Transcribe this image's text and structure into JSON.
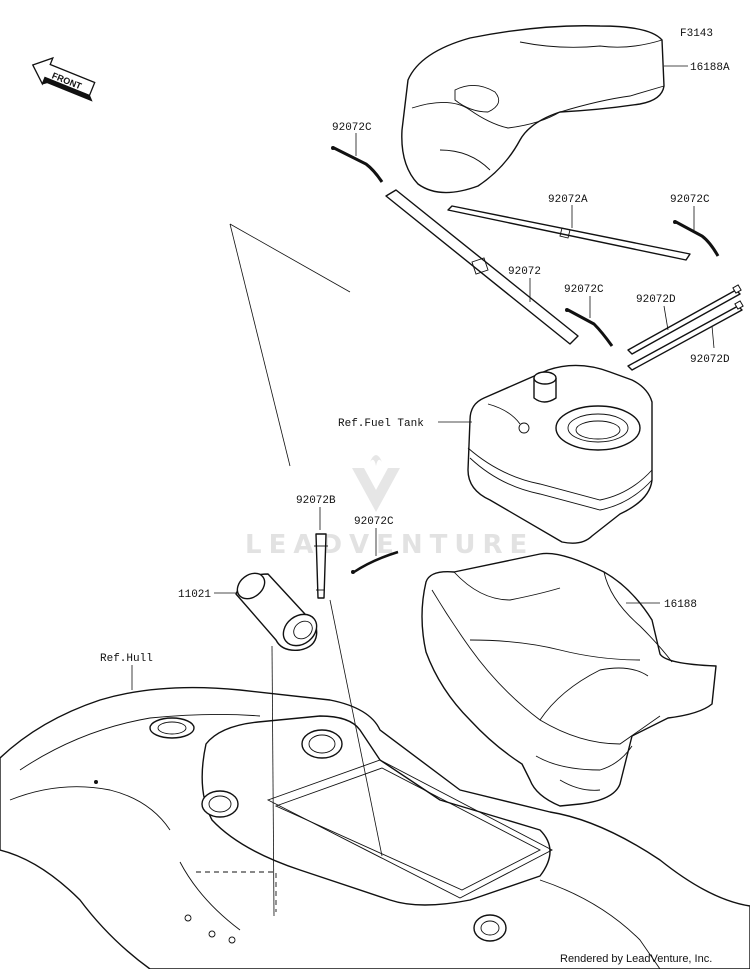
{
  "figure_code": "F3143",
  "direction_label": "FRONT",
  "watermark": "LEADVENTURE",
  "credit": "Rendered by LeadVenture, Inc.",
  "callouts": {
    "seat_cover": "16188A",
    "strap_c_1": "92072C",
    "strap_a": "92072A",
    "strap_c_2": "92072C",
    "strap": "92072",
    "strap_c_3": "92072C",
    "strap_d_1": "92072D",
    "strap_d_2": "92072D",
    "fuel_tank_ref": "Ref.Fuel Tank",
    "strap_b": "92072B",
    "strap_c_4": "92072C",
    "filter": "11021",
    "storage_bin": "16188",
    "hull_ref": "Ref.Hull"
  }
}
